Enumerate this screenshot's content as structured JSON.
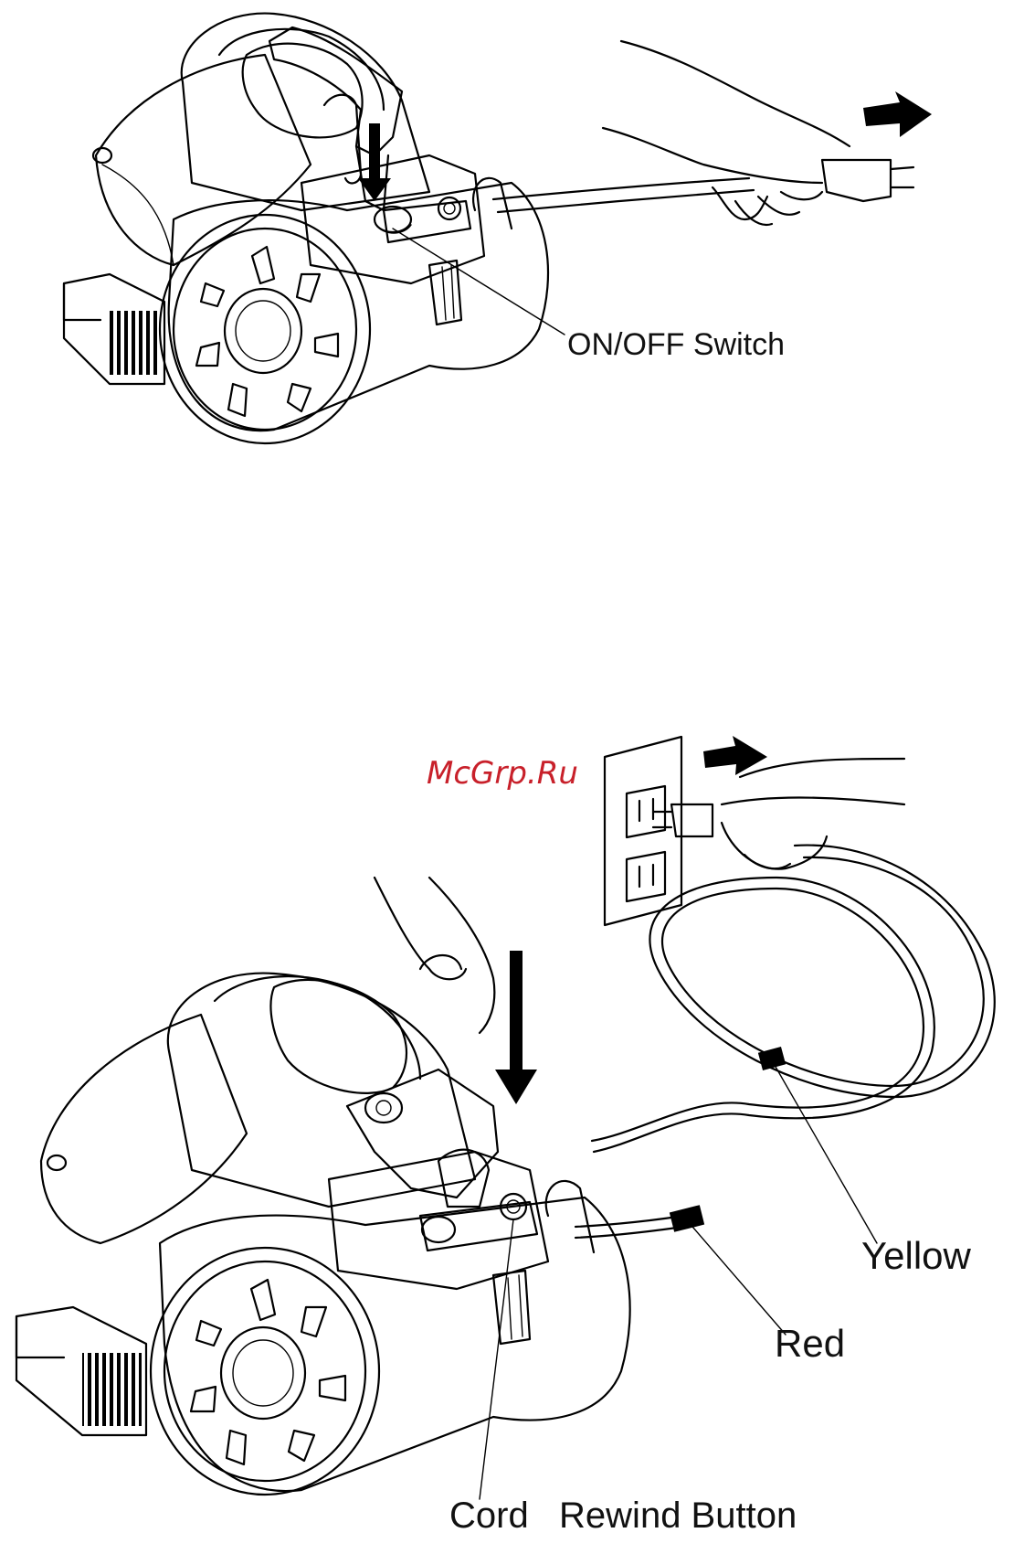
{
  "watermark": "McGrp.Ru",
  "labels": {
    "on_off_switch": "ON/OFF Switch",
    "yellow": "Yellow",
    "red": "Red",
    "cord_rewind_button": "Cord   Rewind Button"
  },
  "colors": {
    "watermark": "#c8202a",
    "ink": "#000000",
    "background": "#ffffff"
  }
}
